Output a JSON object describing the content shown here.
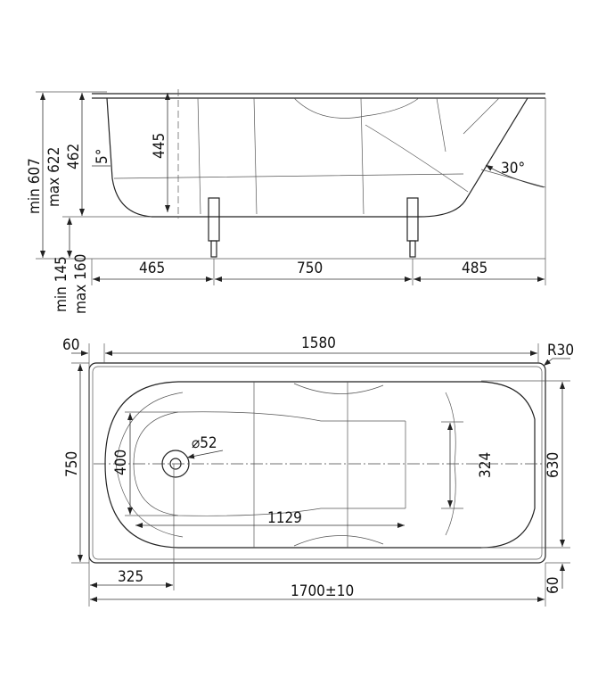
{
  "side_view": {
    "overall_height_min": "min 607",
    "overall_height_max": "max 622",
    "tub_height": "462",
    "inner_depth": "445",
    "left_wall_angle": "5°",
    "backrest_angle": "30°",
    "leg_height_min": "min 145",
    "leg_height_max": "max 160",
    "left_offset": "465",
    "leg_spacing": "750",
    "right_offset": "485"
  },
  "top_view": {
    "rim_width": "60",
    "inner_length": "1580",
    "corner_radius": "R30",
    "overall_width": "750",
    "seat_width": "400",
    "drain_diameter": "⌀52",
    "head_width": "324",
    "inner_width": "630",
    "bottom_length": "1129",
    "drain_offset": "325",
    "overall_length": "1700±10",
    "rim_width_bottom": "60"
  }
}
